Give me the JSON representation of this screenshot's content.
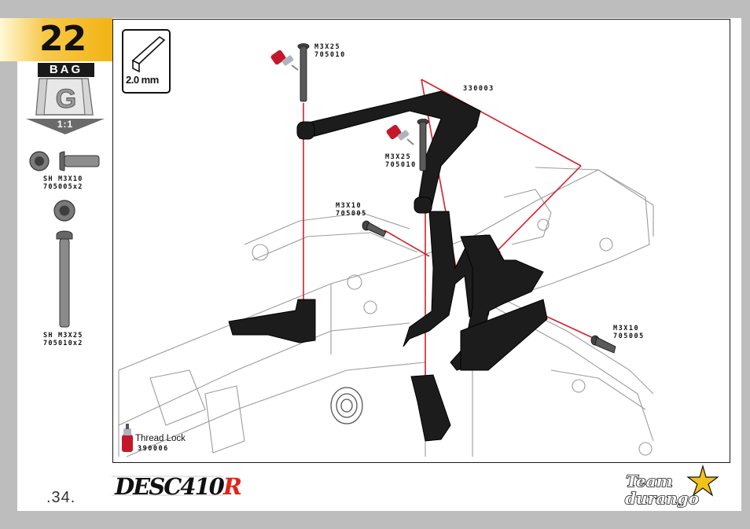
{
  "step": {
    "number": "22"
  },
  "bag": {
    "label": "BAG",
    "letter": "G",
    "scale": "1:1"
  },
  "parts_list": [
    {
      "name": "SH M3X10",
      "code": "705005x2"
    },
    {
      "name": "SH M3X25",
      "code": "705010x2"
    }
  ],
  "tool": {
    "size": "2.0 mm"
  },
  "callouts": {
    "screw_top": {
      "size": "M3X25",
      "code": "705010"
    },
    "bracket": {
      "code": "330003"
    },
    "screw_mid": {
      "size": "M3X25",
      "code": "705010"
    },
    "screw_left": {
      "size": "M3X10",
      "code": "705005"
    },
    "screw_right": {
      "size": "M3X10",
      "code": "705005"
    }
  },
  "thread_lock": {
    "label": "Thread Lock",
    "code": "390006"
  },
  "footer": {
    "page_number": ".34.",
    "product_logo": {
      "main": "DESC410",
      "accent": "R"
    },
    "brand_logo": {
      "line1": "Team",
      "line2": "durango"
    }
  },
  "colors": {
    "accent_red": "#d4202a",
    "tab_yellow": "#f2b414",
    "part_black": "#1c1c1c"
  }
}
